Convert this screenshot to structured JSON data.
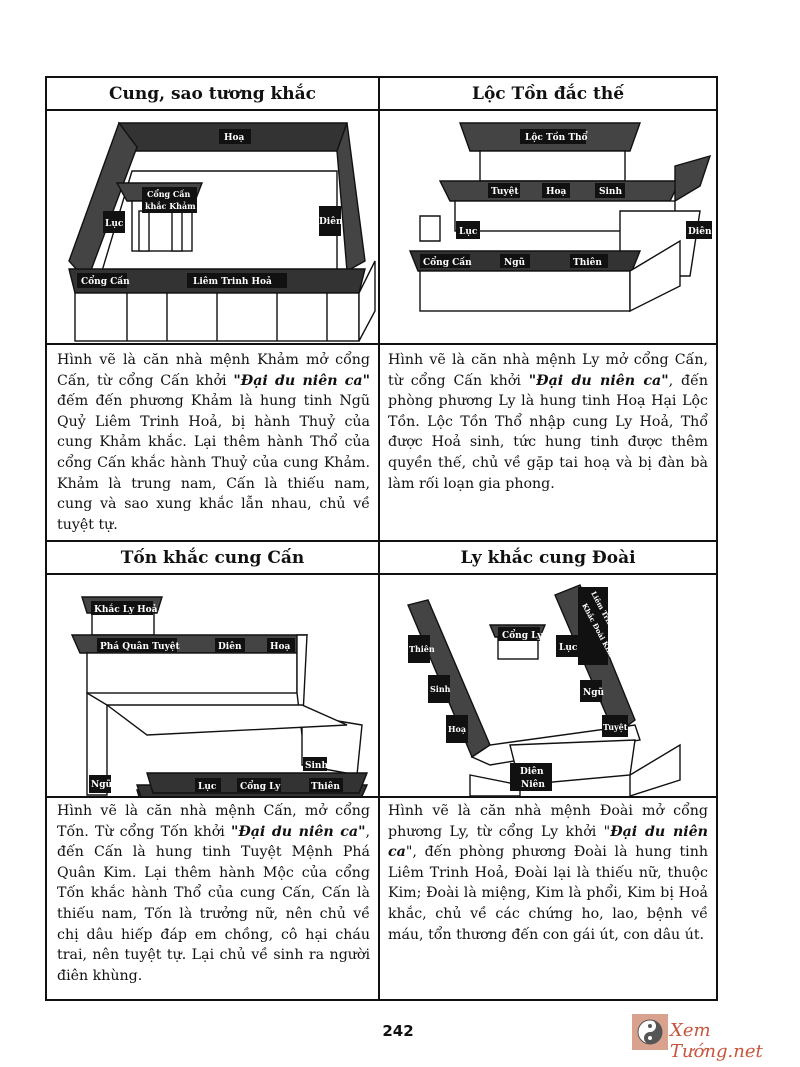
{
  "page_number": "242",
  "watermark": "Xem Tướng.net",
  "cells": [
    {
      "title": "Cung, sao tương khắc",
      "labels": {
        "hoa": "Hoạ",
        "cong_can_khac_kham_1": "Cổng Cấn",
        "cong_can_khac_kham_2": "khắc Khảm",
        "luc": "Lục",
        "dien": "Diên",
        "cong_can": "Cổng Cấn",
        "liem_trinh_hoa": "Liêm Trinh Hoả"
      },
      "desc_parts": [
        "Hình vẽ là căn nhà mệnh Khảm mở cổng Cấn, từ cổng Cấn khởi ",
        "\"Đại du niên ca\"",
        " đếm đến phương Khảm là hung tinh Ngũ Quỷ Liêm Trinh Hoả, bị hành Thuỷ của cung Khảm khắc. Lại thêm hành Thổ của cổng Cấn khắc hành Thuỷ của cung Khảm. Khảm là trung nam, Cấn là thiếu nam, cung và sao xung khắc lẫn nhau, chủ về tuyệt tự."
      ]
    },
    {
      "title": "Lộc Tồn đắc thế",
      "labels": {
        "loc_ton_tho": "Lộc Tồn Thổ",
        "tuyet": "Tuyệt",
        "hoa": "Hoạ",
        "sinh": "Sinh",
        "luc": "Lục",
        "dien": "Diên",
        "cong_can": "Cổng Cấn",
        "ngu": "Ngũ",
        "thien": "Thiên"
      },
      "desc_parts": [
        "Hình vẽ là căn nhà mệnh Ly mở cổng Cấn, từ cổng Cấn khởi ",
        "\"Đại du niên ca\"",
        ", đến phòng phương Ly là hung tinh Hoạ Hại Lộc Tồn. Lộc Tồn Thổ nhập cung Ly Hoả, Thổ được Hoả sinh, tức hung tinh được thêm quyền thế, chủ về gặp tai hoạ và bị đàn bà làm rối loạn gia phong."
      ]
    },
    {
      "title": "Tốn khắc cung Cấn",
      "labels": {
        "khac_ly_hoa": "Khắc Ly Hoả",
        "pha_quan_tuyet": "Phá Quân Tuyệt",
        "dien": "Diên",
        "hoa": "Hoạ",
        "sinh": "Sinh",
        "ngu": "Ngũ",
        "luc": "Lục",
        "cong_ly": "Cổng Ly",
        "thien": "Thiên"
      },
      "desc_parts": [
        "Hình vẽ là căn nhà mệnh Cấn, mở cổng Tốn. Từ cổng Tốn khởi ",
        "\"Đại du niên ca\"",
        ", đến Cấn là hung tinh Tuyệt Mệnh Phá Quân Kim. Lại thêm hành Mộc của cổng Tốn khắc hành Thổ của cung Cấn, Cấn là thiếu nam, Tốn là trưởng nữ, nên chủ về chị dâu hiếp đáp em chồng, cô hại cháu trai, nên tuyệt tự. Lại chủ về sinh ra người điên khùng."
      ]
    },
    {
      "title": "Ly khắc cung Đoài",
      "labels": {
        "thien": "Thiên",
        "sinh": "Sinh",
        "hoa": "Hoạ",
        "cong_ly": "Cổng Ly",
        "luc": "Lục",
        "ngu": "Ngũ",
        "tuyet": "Tuyệt",
        "liem_trinh_hoa": "Liêm Trinh Hoả",
        "khac_doai_kim": "Khắc Đoài Kim",
        "dien_nien_1": "Diên",
        "dien_nien_2": "Niên"
      },
      "desc_parts": [
        "Hình vẽ là căn nhà mệnh Đoài mở cổng phương Ly, từ cổng Ly khởi \"",
        "Đại du niên ca",
        "\", đến phòng phương Đoài là hung tinh Liêm Trinh Hoả, Đoài lại là thiếu nữ, thuộc Kim; Đoài là miệng, Kim là phổi, Kim bị Hoả khắc, chủ về các chứng ho, lao, bệnh về máu, tổn thương đến con gái út, con dâu út."
      ]
    }
  ]
}
